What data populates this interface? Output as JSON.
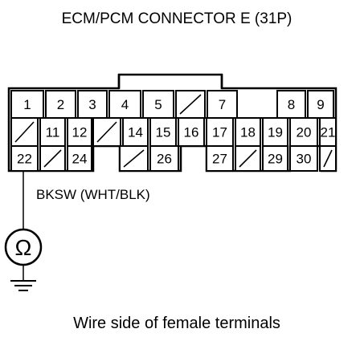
{
  "title": "ECM/PCM CONNECTOR E (31P)",
  "row1": [
    {
      "label": "1",
      "type": "pin"
    },
    {
      "label": "2",
      "type": "pin"
    },
    {
      "label": "3",
      "type": "pin"
    },
    {
      "label": "4",
      "type": "pin"
    },
    {
      "label": "5",
      "type": "pin"
    },
    {
      "label": "",
      "type": "empty"
    },
    {
      "label": "7",
      "type": "pin"
    },
    {
      "label": "8",
      "type": "pin"
    },
    {
      "label": "9",
      "type": "pin"
    }
  ],
  "row2": [
    {
      "label": "",
      "type": "empty"
    },
    {
      "label": "11",
      "type": "pin"
    },
    {
      "label": "12",
      "type": "pin"
    },
    {
      "label": "",
      "type": "empty"
    },
    {
      "label": "14",
      "type": "pin"
    },
    {
      "label": "15",
      "type": "pin"
    },
    {
      "label": "16",
      "type": "pin"
    },
    {
      "label": "17",
      "type": "pin"
    },
    {
      "label": "18",
      "type": "pin"
    },
    {
      "label": "19",
      "type": "pin"
    },
    {
      "label": "20",
      "type": "pin"
    },
    {
      "label": "21",
      "type": "pin"
    }
  ],
  "row3": [
    {
      "label": "22",
      "type": "pin",
      "highlight": true
    },
    {
      "label": "",
      "type": "empty"
    },
    {
      "label": "24",
      "type": "pin"
    },
    {
      "label": "",
      "type": "empty"
    },
    {
      "label": "26",
      "type": "pin"
    },
    {
      "label": "27",
      "type": "pin"
    },
    {
      "label": "",
      "type": "empty"
    },
    {
      "label": "29",
      "type": "pin"
    },
    {
      "label": "30",
      "type": "pin"
    },
    {
      "label": "",
      "type": "empty"
    }
  ],
  "wire_label": "BKSW (WHT/BLK)",
  "meter_symbol": "Ω",
  "caption": "Wire side of female terminals"
}
